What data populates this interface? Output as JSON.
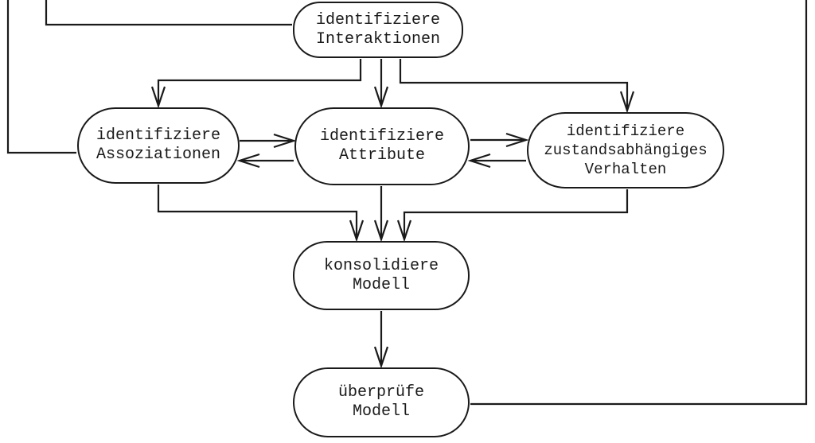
{
  "diagram": {
    "title": "OOA process activity diagram (cropped)",
    "background_color": "#ffffff",
    "line_color": "#1a1a1a",
    "nodes": {
      "interaktionen": {
        "label": "identifiziere\nInteraktionen"
      },
      "assoziationen": {
        "label": "identifiziere\nAssoziationen"
      },
      "attribute": {
        "label": "identifiziere\nAttribute"
      },
      "verhalten": {
        "label": "identifiziere\nzustandsabhängiges\nVerhalten"
      },
      "konsolidiere": {
        "label": "konsolidiere\nModell"
      },
      "ueberpruefe": {
        "label": "überprüfe\nModell"
      }
    },
    "edges": [
      "interaktionen -> assoziationen",
      "interaktionen -> attribute",
      "interaktionen -> verhalten",
      "assoziationen <-> attribute",
      "attribute <-> verhalten",
      "assoziationen -> konsolidiere",
      "attribute -> konsolidiere",
      "verhalten -> konsolidiere",
      "konsolidiere -> ueberpruefe",
      "ueberpruefe -> feedback-right-up",
      "feedback-left-1 -> assoziationen",
      "feedback-left-2 -> interaktionen"
    ]
  }
}
